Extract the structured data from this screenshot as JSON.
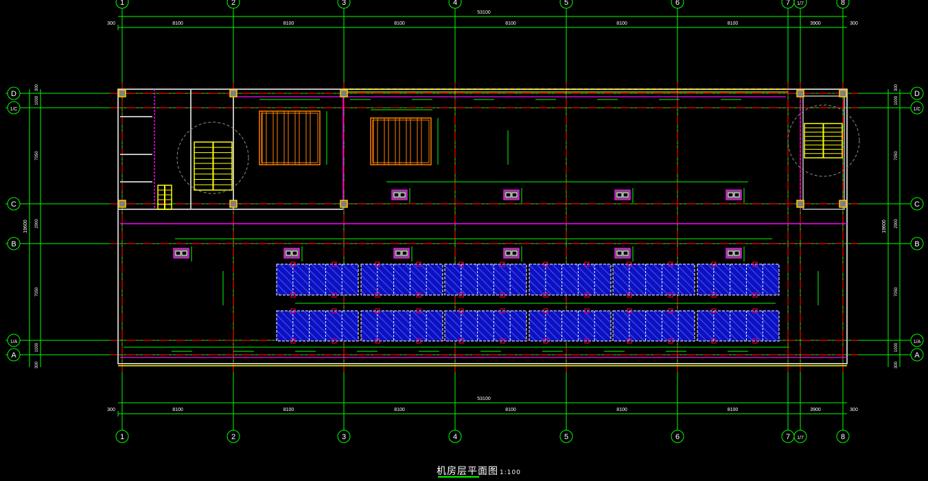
{
  "drawing": {
    "title": "机房层平面图",
    "scale": "1:100"
  },
  "axes": {
    "vertical": [
      "1",
      "2",
      "3",
      "4",
      "5",
      "6",
      "7",
      "1/7",
      "8"
    ],
    "horizontal": [
      "D",
      "1/C",
      "C",
      "B",
      "1/A",
      "A"
    ]
  },
  "dimensions": {
    "top_total": "53100",
    "top_segments": [
      "300",
      "8100",
      "8100",
      "8100",
      "8100",
      "8100",
      "8100",
      "3900",
      "300"
    ],
    "bottom_total": "53100",
    "bottom_segments": [
      "300",
      "8100",
      "8100",
      "8100",
      "8100",
      "8100",
      "8100",
      "3900",
      "300"
    ],
    "side_total": "19600",
    "side_segments": [
      "300",
      "1000",
      "7050",
      "2900",
      "7050",
      "1000",
      "300"
    ]
  },
  "colors": {
    "grid_line": "#ff0000",
    "dimension": "#00ff00",
    "wall": "#c0c0c0",
    "partition": "#ff00ff",
    "equipment": "#ff8000",
    "stair": "#ffff00",
    "hatch": "#1010c0"
  }
}
